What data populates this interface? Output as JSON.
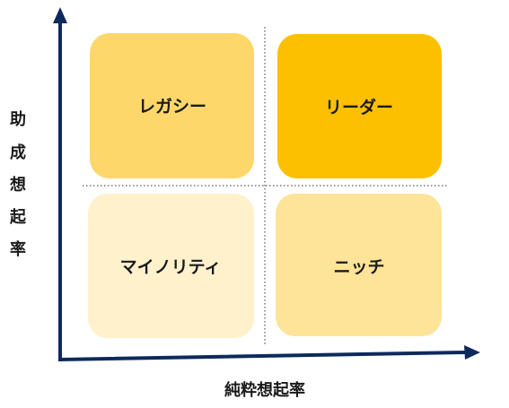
{
  "axes": {
    "x_label": "純粋想起率",
    "y_label": [
      "助",
      "成",
      "想",
      "起",
      "率"
    ],
    "color": "#0d2a5c"
  },
  "quadrants": {
    "top_left": {
      "label": "レガシー",
      "color": "#fdd76a"
    },
    "top_right": {
      "label": "リーダー",
      "color": "#fcc000"
    },
    "bottom_left": {
      "label": "マイノリティ",
      "color": "#fff1cc"
    },
    "bottom_right": {
      "label": "ニッチ",
      "color": "#fee498"
    }
  },
  "divider_color": "#333333"
}
